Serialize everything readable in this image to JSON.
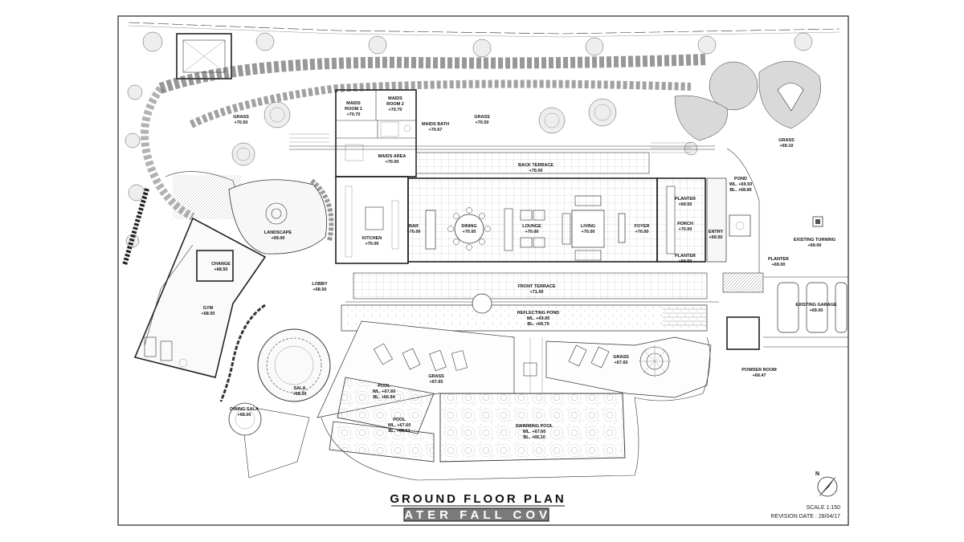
{
  "title": {
    "main": "GROUND FLOOR PLAN",
    "sub": "WATER FALL COVE"
  },
  "info": {
    "scale": "SCALE 1:150",
    "revision": "REVISION DATE : 28/04/17",
    "north": "N"
  },
  "labels": [
    {
      "id": "maids-room-1",
      "lines": [
        "MAIDS",
        "ROOM 1",
        "+70.70"
      ]
    },
    {
      "id": "maids-room-2",
      "lines": [
        "MAIDS",
        "ROOM 2",
        "+70.70"
      ]
    },
    {
      "id": "maids-bath",
      "lines": [
        "MAIDS BATH",
        "+70.67"
      ]
    },
    {
      "id": "maids-area",
      "lines": [
        "MAIDS AREA",
        "+70.00"
      ]
    },
    {
      "id": "grass-left",
      "lines": [
        "GRASS",
        "+70.50"
      ]
    },
    {
      "id": "grass-top",
      "lines": [
        "GRASS",
        "+70.50"
      ]
    },
    {
      "id": "grass-right",
      "lines": [
        "GRASS",
        "+69.10"
      ]
    },
    {
      "id": "back-terrace",
      "lines": [
        "BACK TERRACE",
        "+70.00"
      ]
    },
    {
      "id": "landscape",
      "lines": [
        "LANDSCAPE",
        "+69.00"
      ]
    },
    {
      "id": "kitchen",
      "lines": [
        "KITCHEN",
        "+70.00"
      ]
    },
    {
      "id": "bar",
      "lines": [
        "BAR",
        "+70.00"
      ]
    },
    {
      "id": "dining",
      "lines": [
        "DINING",
        "+70.00"
      ]
    },
    {
      "id": "lounge",
      "lines": [
        "LOUNGE",
        "+70.00"
      ]
    },
    {
      "id": "living",
      "lines": [
        "LIVING",
        "+70.00"
      ]
    },
    {
      "id": "foyer",
      "lines": [
        "FOYER",
        "+70.00"
      ]
    },
    {
      "id": "planter-top",
      "lines": [
        "PLANTER",
        "+69.50"
      ]
    },
    {
      "id": "porch",
      "lines": [
        "PORCH",
        "+70.00"
      ]
    },
    {
      "id": "planter-bottom",
      "lines": [
        "PLANTER",
        "+69.50"
      ]
    },
    {
      "id": "entry",
      "lines": [
        "ENTRY",
        "+69.50"
      ]
    },
    {
      "id": "pond",
      "lines": [
        "POND",
        "WL. +69.50",
        "BL. +68.85"
      ]
    },
    {
      "id": "existing-turning",
      "lines": [
        "EXISTING TURNING",
        "+69.00"
      ]
    },
    {
      "id": "planter-right",
      "lines": [
        "PLANTER",
        "+69.00"
      ]
    },
    {
      "id": "change",
      "lines": [
        "CHANGE",
        "+68.50"
      ]
    },
    {
      "id": "lobby",
      "lines": [
        "LOBBY",
        "+68.50"
      ]
    },
    {
      "id": "front-terrace",
      "lines": [
        "FRONT TERRACE",
        "+71.00"
      ]
    },
    {
      "id": "reflecting-pond",
      "lines": [
        "REFLECTING POND",
        "WL. +69.95",
        "BL. +69.75"
      ]
    },
    {
      "id": "existing-garage",
      "lines": [
        "EXISTING GARAGE",
        "+69.00"
      ]
    },
    {
      "id": "gym",
      "lines": [
        "GYM",
        "+68.50"
      ]
    },
    {
      "id": "grass-middle",
      "lines": [
        "GRASS",
        "+67.65"
      ]
    },
    {
      "id": "grass-east",
      "lines": [
        "GRASS",
        "+67.65"
      ]
    },
    {
      "id": "powder-room",
      "lines": [
        "POWDER ROOM",
        "+69.47"
      ]
    },
    {
      "id": "sala",
      "lines": [
        "SALA",
        "+68.00"
      ]
    },
    {
      "id": "pool-upper",
      "lines": [
        "POOL",
        "WL. +67.60",
        "BL. +66.94"
      ]
    },
    {
      "id": "pool-lower",
      "lines": [
        "POOL",
        "WL. +67.60",
        "BL. +66.61"
      ]
    },
    {
      "id": "swimming-pool",
      "lines": [
        "SWIMMING POOL",
        "WL. +67.60",
        "BL. +66.10"
      ]
    },
    {
      "id": "dining-sala",
      "lines": [
        "DINING SALA",
        "+68.00"
      ]
    }
  ]
}
